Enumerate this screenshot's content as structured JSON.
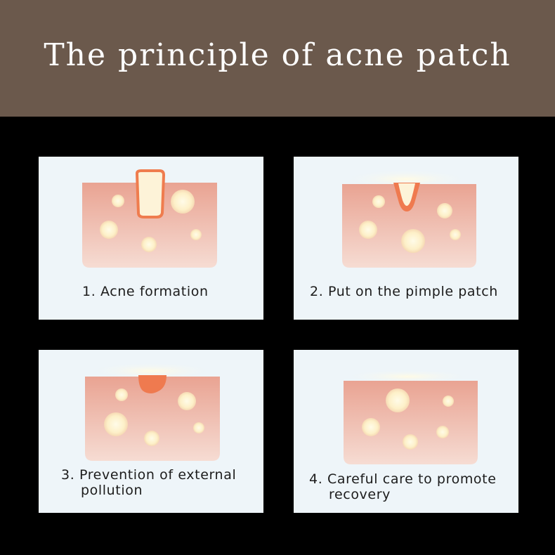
{
  "header": {
    "title": "The principle of acne patch"
  },
  "steps": [
    {
      "number": "1.",
      "text": "Acne formation",
      "text_line2": ""
    },
    {
      "number": "2.",
      "text": "Put on the pimple patch",
      "text_line2": ""
    },
    {
      "number": "3.",
      "text": "Prevention of external",
      "text_line2": "pollution"
    },
    {
      "number": "4.",
      "text": "Careful care to promote",
      "text_line2": "recovery"
    }
  ],
  "colors": {
    "banner": "#6b594c",
    "background": "#000000",
    "panel": "#eef5f9",
    "skin_top": "#e9a392",
    "skin_bottom": "#f6dcd3",
    "pimple_outline": "#ef7c4e",
    "patch": "#ef7a4f",
    "dot": "#fdf5d8"
  }
}
